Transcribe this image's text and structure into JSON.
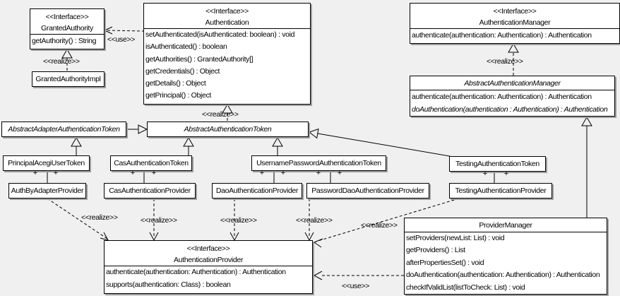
{
  "labels": {
    "use": "<<use>>",
    "realize": "<<realize>>",
    "plus": "+"
  },
  "colors": {
    "background": "#f0f0f0",
    "box_fill": "#ffffff",
    "line": "#000000",
    "shadow": "#9e9e9e"
  },
  "classes": {
    "granted_authority": {
      "stereotype": "<<Interface>>",
      "name": "GrantedAuthority",
      "methods": [
        "getAuthority() : String"
      ]
    },
    "authentication": {
      "stereotype": "<<Interface>>",
      "name": "Authentication",
      "methods": [
        "setAuthenticated(isAuthenticated: boolean) : void",
        "isAuthenticated() : boolean",
        "getAuthorities() : GrantedAuthority[]",
        "getCredentials() : Object",
        "getDetails() : Object",
        "getPrincipal() : Object"
      ]
    },
    "authentication_manager": {
      "stereotype": "<<Interface>>",
      "name": "AuthenticationManager",
      "methods": [
        "authenticate(authentication: Authentication) : Authentication"
      ]
    },
    "abstract_authentication_manager": {
      "name": "AbstractAuthenticationManager",
      "methods": [
        "authenticate(authentication: Authentication) : Authentication",
        "doAuthentication(authentication : Authentication) : Authentication"
      ]
    },
    "granted_authority_impl": {
      "name": "GrantedAuthorityImpl"
    },
    "abstract_adapter_authentication_token": {
      "name": "AbstractAdapterAuthenticationToken"
    },
    "abstract_authentication_token": {
      "name": "AbstractAuthenticationToken"
    },
    "principal_acegi_user_token": {
      "name": "PrincipalAcegiUserToken"
    },
    "cas_authentication_token": {
      "name": "CasAuthenticationToken"
    },
    "username_password_authentication_token": {
      "name": "UsernamePasswordAuthenticationToken"
    },
    "testing_authentication_token": {
      "name": "TestingAuthenticationToken"
    },
    "auth_by_adapter_provider": {
      "name": "AuthByAdapterProvider"
    },
    "cas_authentication_provider": {
      "name": "CasAuthenticationProvider"
    },
    "dao_authentication_provider": {
      "name": "DaoAuthenticationProvider"
    },
    "password_dao_authentication_provider": {
      "name": "PasswordDaoAuthenticationProvider"
    },
    "testing_authentication_provider": {
      "name": "TestingAuthenticationProvider"
    },
    "authentication_provider": {
      "stereotype": "<<Interface>>",
      "name": "AuthenticationProvider",
      "methods": [
        "authenticate(authentication: Authentication) : Authentication",
        "supports(authentication: Class) : boolean"
      ]
    },
    "provider_manager": {
      "name": "ProviderManager",
      "methods": [
        "setProviders(newList: List) : void",
        "getProviders() : List",
        "afterPropertiesSet() : void",
        "doAuthentication(authentication: Authentication) : Authentication",
        "checkIfValidList(listToCheck: List) : void"
      ]
    }
  }
}
